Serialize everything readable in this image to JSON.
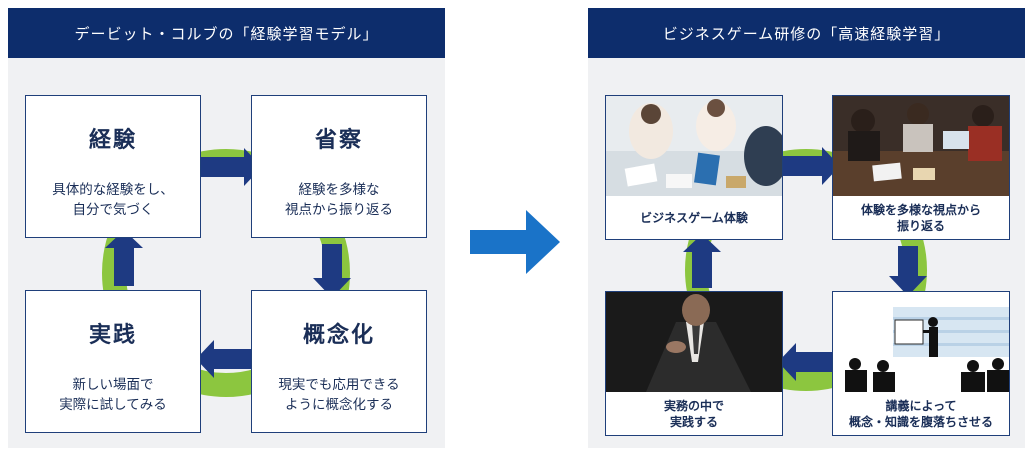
{
  "colors": {
    "navy": "#0d2d6c",
    "ring_green": "#8cc63f",
    "arrow_navy": "#1e3a82",
    "big_arrow_blue": "#1a73c8",
    "panel_bg": "#f0f1f3"
  },
  "left": {
    "header": "デービット・コルブの「経験学習モデル」",
    "boxes": [
      {
        "title": "経験",
        "desc": "具体的な経験をし、\n自分で気づく"
      },
      {
        "title": "省察",
        "desc": "経験を多様な\n視点から振り返る"
      },
      {
        "title": "概念化",
        "desc": "現実でも応用できる\nように概念化する"
      },
      {
        "title": "実践",
        "desc": "新しい場面で\n実際に試してみる"
      }
    ]
  },
  "right": {
    "header": "ビジネスゲーム研修の「高速経験学習」",
    "stages": [
      {
        "label": "ビジネスゲーム体験",
        "photo": "meeting-table-photo"
      },
      {
        "label": "体験を多様な視点から\n振り返る",
        "photo": "team-discussion-photo"
      },
      {
        "label": "講義によって\n概念・知識を腹落ちさせる",
        "photo": "lecture-silhouette-photo"
      },
      {
        "label": "実務の中で\n実践する",
        "photo": "businessman-photo"
      }
    ]
  }
}
